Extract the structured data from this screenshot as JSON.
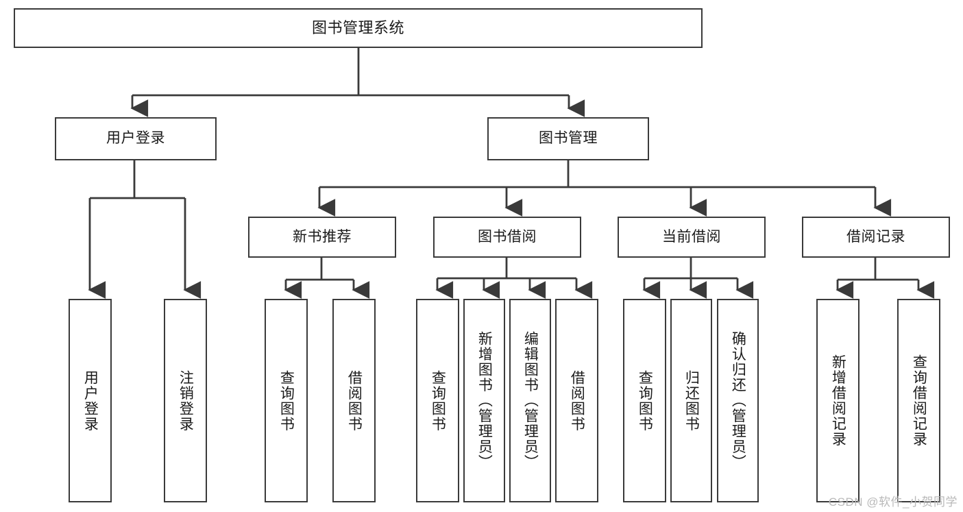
{
  "diagram": {
    "type": "tree-hierarchy-chart",
    "title": "图书管理系统",
    "orientation": "top-down",
    "stroke_color": "#3a3a3a",
    "fill_color": "#ffffff",
    "text_color": "#1a1a1a",
    "nodes": {
      "root": {
        "label": "图书管理系统",
        "level": 0
      },
      "l1": [
        {
          "id": "user-login",
          "label": "用户登录"
        },
        {
          "id": "book-manage",
          "label": "图书管理"
        }
      ],
      "l2": [
        {
          "id": "new-book-recommend",
          "label": "新书推荐",
          "parent": "book-manage"
        },
        {
          "id": "book-borrow",
          "label": "图书借阅",
          "parent": "book-manage"
        },
        {
          "id": "current-borrow",
          "label": "当前借阅",
          "parent": "book-manage"
        },
        {
          "id": "borrow-record",
          "label": "借阅记录",
          "parent": "book-manage"
        }
      ],
      "leaves": {
        "user-login": [
          {
            "id": "leaf-user-login",
            "label": "用户登录"
          },
          {
            "id": "leaf-logout",
            "label": "注销登录"
          }
        ],
        "new-book-recommend": [
          {
            "id": "leaf-query-book-1",
            "label": "查询图书"
          },
          {
            "id": "leaf-borrow-book-1",
            "label": "借阅图书"
          }
        ],
        "book-borrow": [
          {
            "id": "leaf-query-book-2",
            "label": "查询图书"
          },
          {
            "id": "leaf-add-book",
            "label": "新增图书（管理员）"
          },
          {
            "id": "leaf-edit-book",
            "label": "编辑图书（管理员）"
          },
          {
            "id": "leaf-borrow-book-2",
            "label": "借阅图书"
          }
        ],
        "current-borrow": [
          {
            "id": "leaf-query-book-3",
            "label": "查询图书"
          },
          {
            "id": "leaf-return-book",
            "label": "归还图书"
          },
          {
            "id": "leaf-confirm-return",
            "label": "确认归还（管理员）"
          }
        ],
        "borrow-record": [
          {
            "id": "leaf-add-record",
            "label": "新增借阅记录"
          },
          {
            "id": "leaf-query-record",
            "label": "查询借阅记录"
          }
        ]
      }
    }
  },
  "watermark": {
    "text": "CSDN @软件_小贺同学"
  }
}
